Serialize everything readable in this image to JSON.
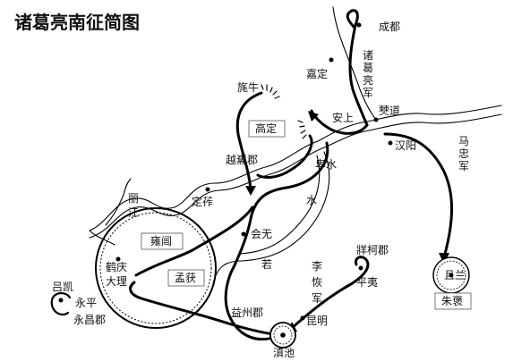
{
  "title": "诸葛亮南征简图",
  "places": {
    "chengdu": "成都",
    "jiading": "嘉定",
    "anshang": "安上",
    "bodao": "僰道",
    "hanyang": "汉阳",
    "maoniu": "旄牛",
    "gaoding": "高定",
    "yuexijun": "越巂郡",
    "beishui": "卑水",
    "dingzuo": "定莋",
    "huiwu": "会无",
    "yongge": "雍闿",
    "heqing": "鹤庆",
    "dali": "大理",
    "menghuo": "孟获",
    "lvkai": "吕凯",
    "yongping": "永平",
    "yongchangjun": "永昌郡",
    "zangkejun": "牂柯郡",
    "pingyi": "平夷",
    "qielan": "且兰",
    "zhubao": "朱褒",
    "yizhoujun": "益州郡",
    "kunming": "昆明",
    "dianchi": "滇池"
  },
  "routes": {
    "zhugeliang_army": [
      "诸",
      "葛",
      "亮",
      "军"
    ],
    "mazhong_army": [
      "马",
      "忠",
      "军"
    ],
    "lihui_army": [
      "李",
      "恢",
      "军"
    ]
  },
  "rivers": {
    "shui": "水",
    "ruo": "若",
    "lijiang": [
      "丽",
      "江"
    ]
  }
}
